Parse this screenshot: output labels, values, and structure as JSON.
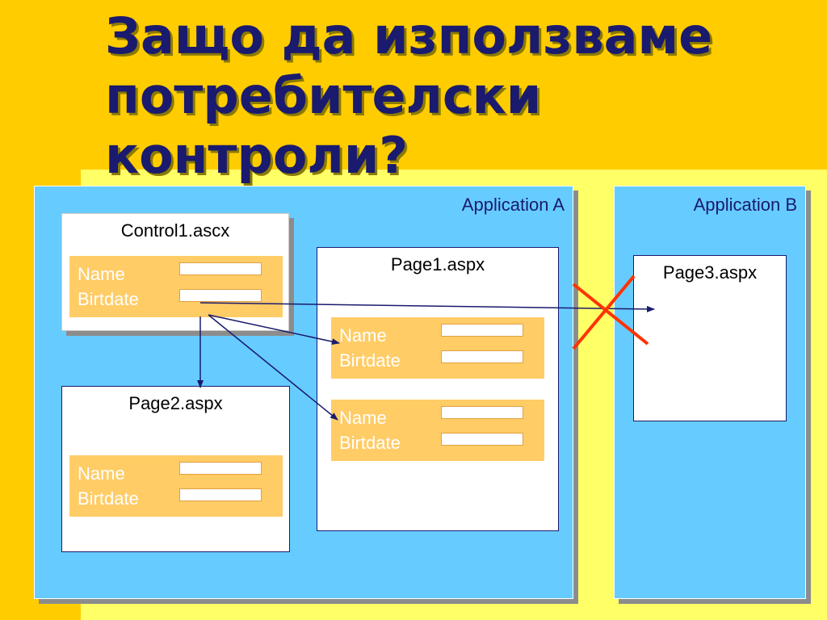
{
  "slide": {
    "title": "Защо да използваме\nпотребителски\nконтроли?"
  },
  "app_a": {
    "label": "Application A"
  },
  "app_b": {
    "label": "Application B"
  },
  "control1": {
    "title": "Control1.ascx",
    "name_label": "Name",
    "birthdate_label": "Birtdate"
  },
  "page1": {
    "title": "Page1.aspx",
    "form1": {
      "name_label": "Name",
      "birthdate_label": "Birtdate"
    },
    "form2": {
      "name_label": "Name",
      "birthdate_label": "Birtdate"
    }
  },
  "page2": {
    "title": "Page2.aspx",
    "form": {
      "name_label": "Name",
      "birthdate_label": "Birtdate"
    }
  },
  "page3": {
    "title": "Page3.aspx"
  },
  "colors": {
    "background": "#FFCC00",
    "app_fill": "#66CCFF",
    "form_fill": "#FFCC66",
    "arrow": "#1A1A6E",
    "cross": "#FF3300"
  }
}
